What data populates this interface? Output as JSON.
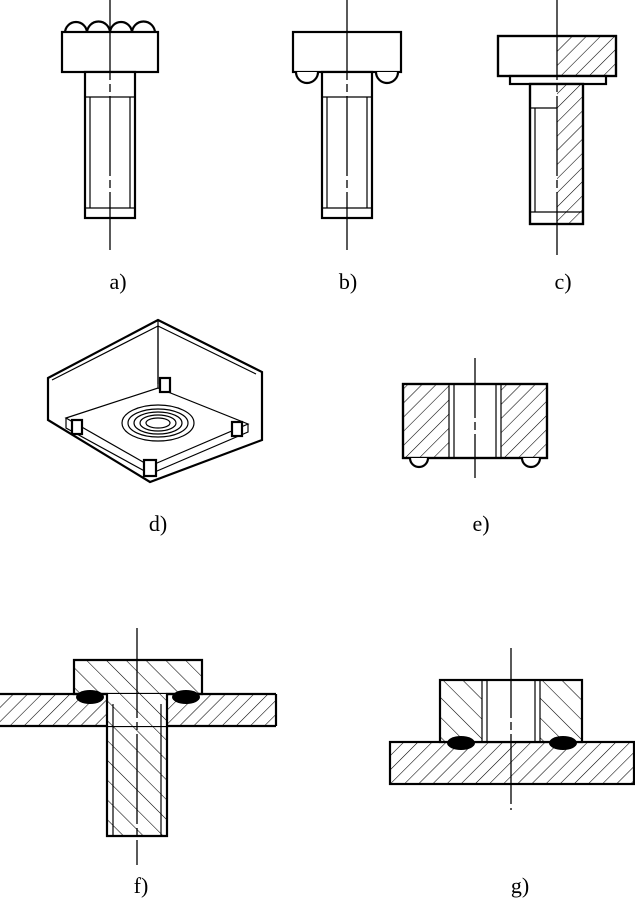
{
  "figure": {
    "labels": {
      "a": "a)",
      "b": "b)",
      "c": "c)",
      "d": "d)",
      "e": "e)",
      "f": "f)",
      "g": "g)"
    }
  }
}
